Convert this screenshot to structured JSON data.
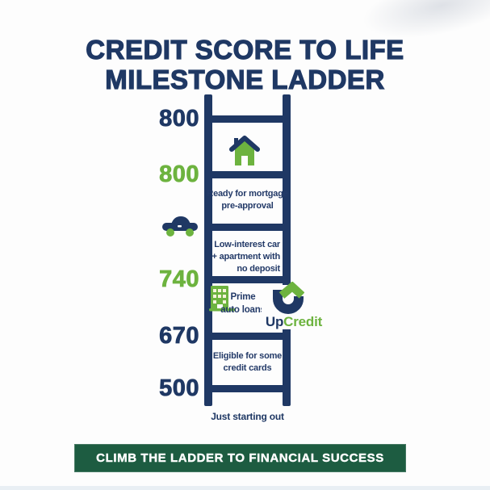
{
  "poster": {
    "title_lines": [
      "CREDIT SCORE TO LIFE",
      "MILESTONE LADDER"
    ],
    "banner_text": "CLIMB THE LADDER TO FINANCIAL SUCCESS"
  },
  "ladder": {
    "scores": [
      {
        "value": "800",
        "tone": "navy"
      },
      {
        "value": "800",
        "tone": "green"
      },
      {
        "value": "740",
        "tone": "green"
      },
      {
        "value": "670",
        "tone": "navy"
      },
      {
        "value": "500",
        "tone": "navy"
      }
    ],
    "milestones": {
      "mortgage": [
        "Ready for mortgage",
        "pre-approval"
      ],
      "car_apartment": [
        "Low-interest car",
        "+ apartment with",
        "no deposit"
      ],
      "prime_auto": [
        "Prime",
        "auto loans"
      ],
      "credit_cards": [
        "Eligible for some",
        "credit cards"
      ],
      "just_starting": "Just starting out"
    },
    "icons": {
      "house": "house-icon",
      "car": "car-icon",
      "building": "building-icon"
    }
  },
  "logo": {
    "up": "Up",
    "credit": "Credit"
  },
  "colors": {
    "navy": "#1F3864",
    "green": "#6DB33F",
    "banner_green": "#1D5C41",
    "background": "#FDFDFD",
    "text_white": "#FFFFFF"
  }
}
